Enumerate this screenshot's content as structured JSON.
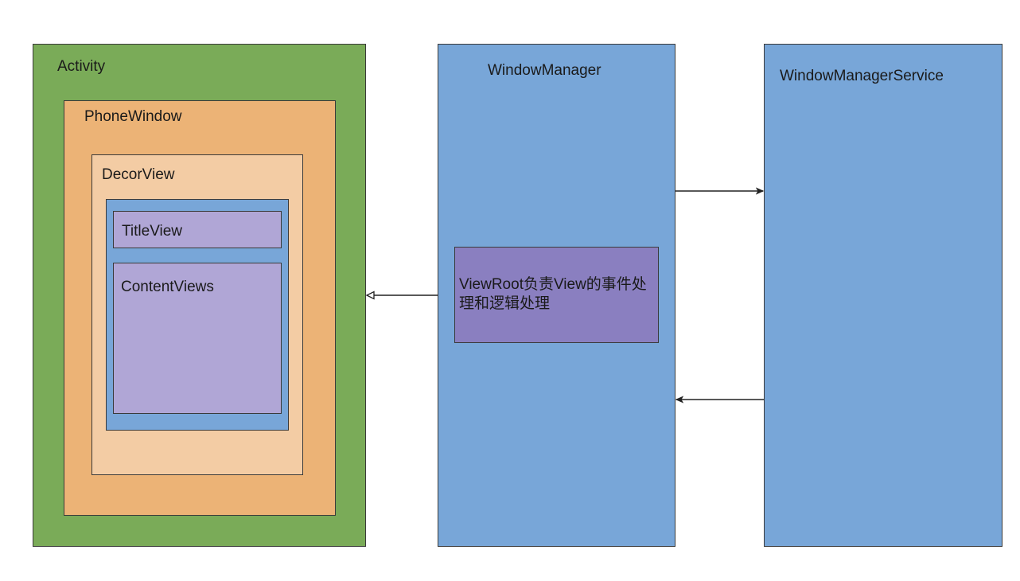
{
  "diagram": {
    "activity": {
      "label": "Activity"
    },
    "phone_window": {
      "label": "PhoneWindow"
    },
    "decor_view": {
      "label": "DecorView"
    },
    "title_view": {
      "label": "TitleView"
    },
    "content_views": {
      "label": "ContentViews"
    },
    "window_manager": {
      "label": "WindowManager"
    },
    "viewroot": {
      "label": "ViewRoot负责View的事件处理和逻辑处理"
    },
    "window_manager_service": {
      "label": "WindowManagerService"
    },
    "connections": [
      {
        "from": "window_manager",
        "to": "activity",
        "style": "open-arrow"
      },
      {
        "from": "window_manager",
        "to": "window_manager_service",
        "style": "arrow"
      },
      {
        "from": "window_manager_service",
        "to": "window_manager",
        "style": "arrow"
      }
    ]
  },
  "colors": {
    "activity_fill": "#7aab58",
    "phone_window_fill": "#ecb376",
    "decor_view_fill": "#f3cca4",
    "inner_view_fill": "#78a6d8",
    "view_fill": "#b0a6d6",
    "window_manager_fill": "#78a6d8",
    "viewroot_fill": "#8a7fc0",
    "wms_fill": "#78a6d8",
    "border": "#3a3a3a"
  }
}
